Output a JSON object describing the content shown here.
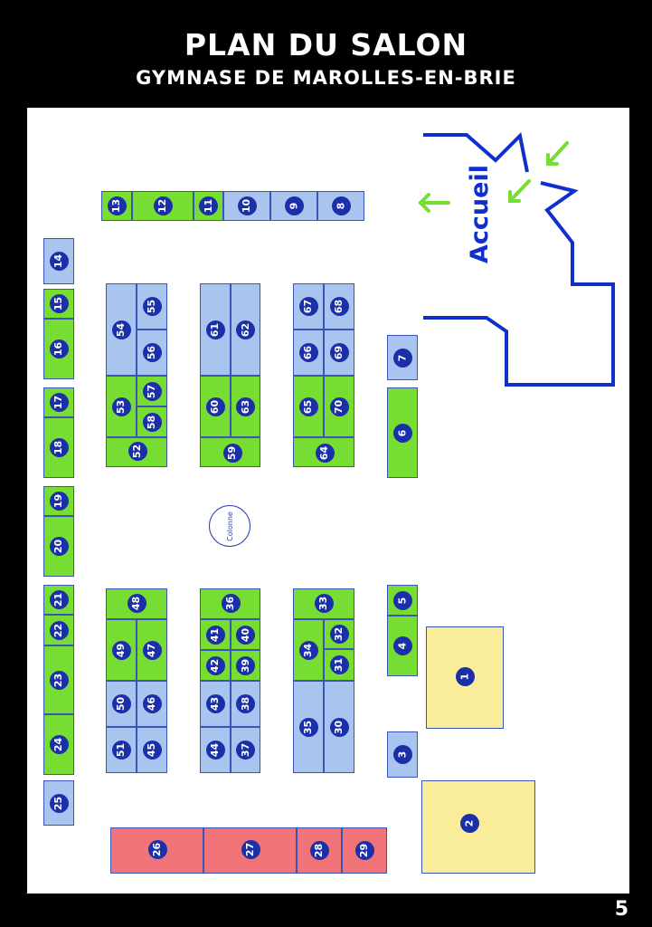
{
  "header": {
    "title": "PLAN DU SALON",
    "subtitle": "GYMNASE DE MAROLLES-EN-BRIE"
  },
  "page_number": "5",
  "entrance_label": "Accueil",
  "column_label": "Colonne",
  "colors": {
    "green_booth": "#77dd33",
    "blue_booth": "#aac4f0",
    "red_booth": "#f07377",
    "yellow_booth": "#f9ec9a",
    "number_badge": "#1a2fa8",
    "wall_line": "#1030cc",
    "arrow": "#77dd33"
  },
  "booths": [
    "1",
    "2",
    "3",
    "4",
    "5",
    "6",
    "7",
    "8",
    "9",
    "10",
    "11",
    "12",
    "13",
    "14",
    "15",
    "16",
    "17",
    "18",
    "19",
    "20",
    "21",
    "22",
    "23",
    "24",
    "25",
    "26",
    "27",
    "28",
    "29",
    "30",
    "31",
    "32",
    "33",
    "34",
    "35",
    "36",
    "37",
    "38",
    "39",
    "40",
    "41",
    "42",
    "43",
    "44",
    "45",
    "46",
    "47",
    "48",
    "49",
    "50",
    "51",
    "52",
    "53",
    "54",
    "55",
    "56",
    "57",
    "58",
    "59",
    "60",
    "61",
    "62",
    "63",
    "64",
    "65",
    "66",
    "67",
    "68",
    "69",
    "70"
  ]
}
